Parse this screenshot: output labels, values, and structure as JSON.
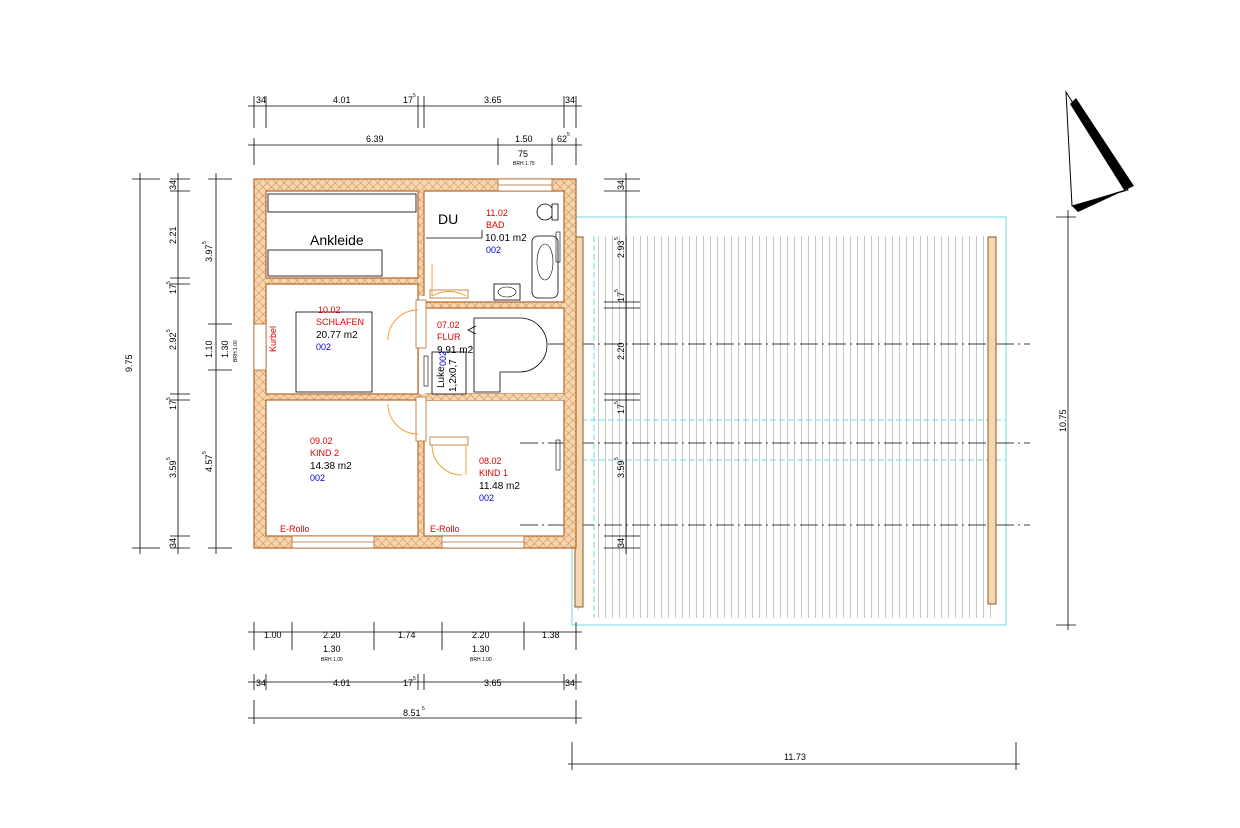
{
  "top_dims": {
    "row1": [
      "34",
      "4.01",
      "17",
      "5",
      "3.65",
      "34"
    ],
    "row2": [
      "6.39",
      "1.50",
      "62",
      "5"
    ],
    "row3": [
      "75",
      "BRH 1.75"
    ]
  },
  "bottom_dims": {
    "row1": [
      "1.00",
      "2.20",
      "1.74",
      "2.20",
      "1.38"
    ],
    "win1": [
      "1.30",
      "BRH 1.00"
    ],
    "win2": [
      "1.30",
      "BRH 1.00"
    ],
    "row2": [
      "34",
      "4.01",
      "17",
      "5",
      "3.65",
      "34"
    ],
    "total": [
      "8.51",
      "5"
    ],
    "carport": "11.73"
  },
  "left_dims": {
    "outer": "9.75",
    "inner": [
      "34",
      "2.21",
      "17",
      "5",
      "2.92",
      "5",
      "17",
      "5",
      "3.59",
      "5",
      "34"
    ],
    "mid": [
      "3.97",
      "5",
      "1.10",
      "4.57",
      "5"
    ],
    "win": [
      "1.30",
      "BRH 1.00"
    ]
  },
  "right_dims": {
    "values": [
      "34",
      "2.93",
      "5",
      "17",
      "5",
      "2.20",
      "17",
      "5",
      "3.59",
      "5",
      "34"
    ],
    "total": "10.75"
  },
  "rooms": {
    "ankleide": "Ankleide",
    "du": "DU",
    "bad": {
      "number": "11.02",
      "name": "BAD",
      "area": "10.01 m2",
      "code": "002"
    },
    "schlafen": {
      "number": "10.02",
      "name": "SCHLAFEN",
      "area": "20.77 m2",
      "code": "002"
    },
    "flur": {
      "number": "07.02",
      "name": "FLUR",
      "area": "9.91 m2",
      "code": "002"
    },
    "kind2": {
      "number": "09.02",
      "name": "KIND 2",
      "area": "14.38 m2",
      "code": "002"
    },
    "kind1": {
      "number": "08.02",
      "name": "KIND 1",
      "area": "11.48 m2",
      "code": "002"
    }
  },
  "labels": {
    "kurbel": "Kurbel",
    "erollo1": "E-Rollo",
    "erollo2": "E-Rollo",
    "luke": "Luke",
    "luke_size": "1,2x0,7",
    "luke_code": "002"
  },
  "colors": {
    "wall_fill": "#f6d6ae",
    "wall_line": "#b8692e",
    "door": "#f0a030",
    "carport": "#6fd8e6",
    "room_number": "#e00000",
    "room_code": "#0000cc"
  }
}
